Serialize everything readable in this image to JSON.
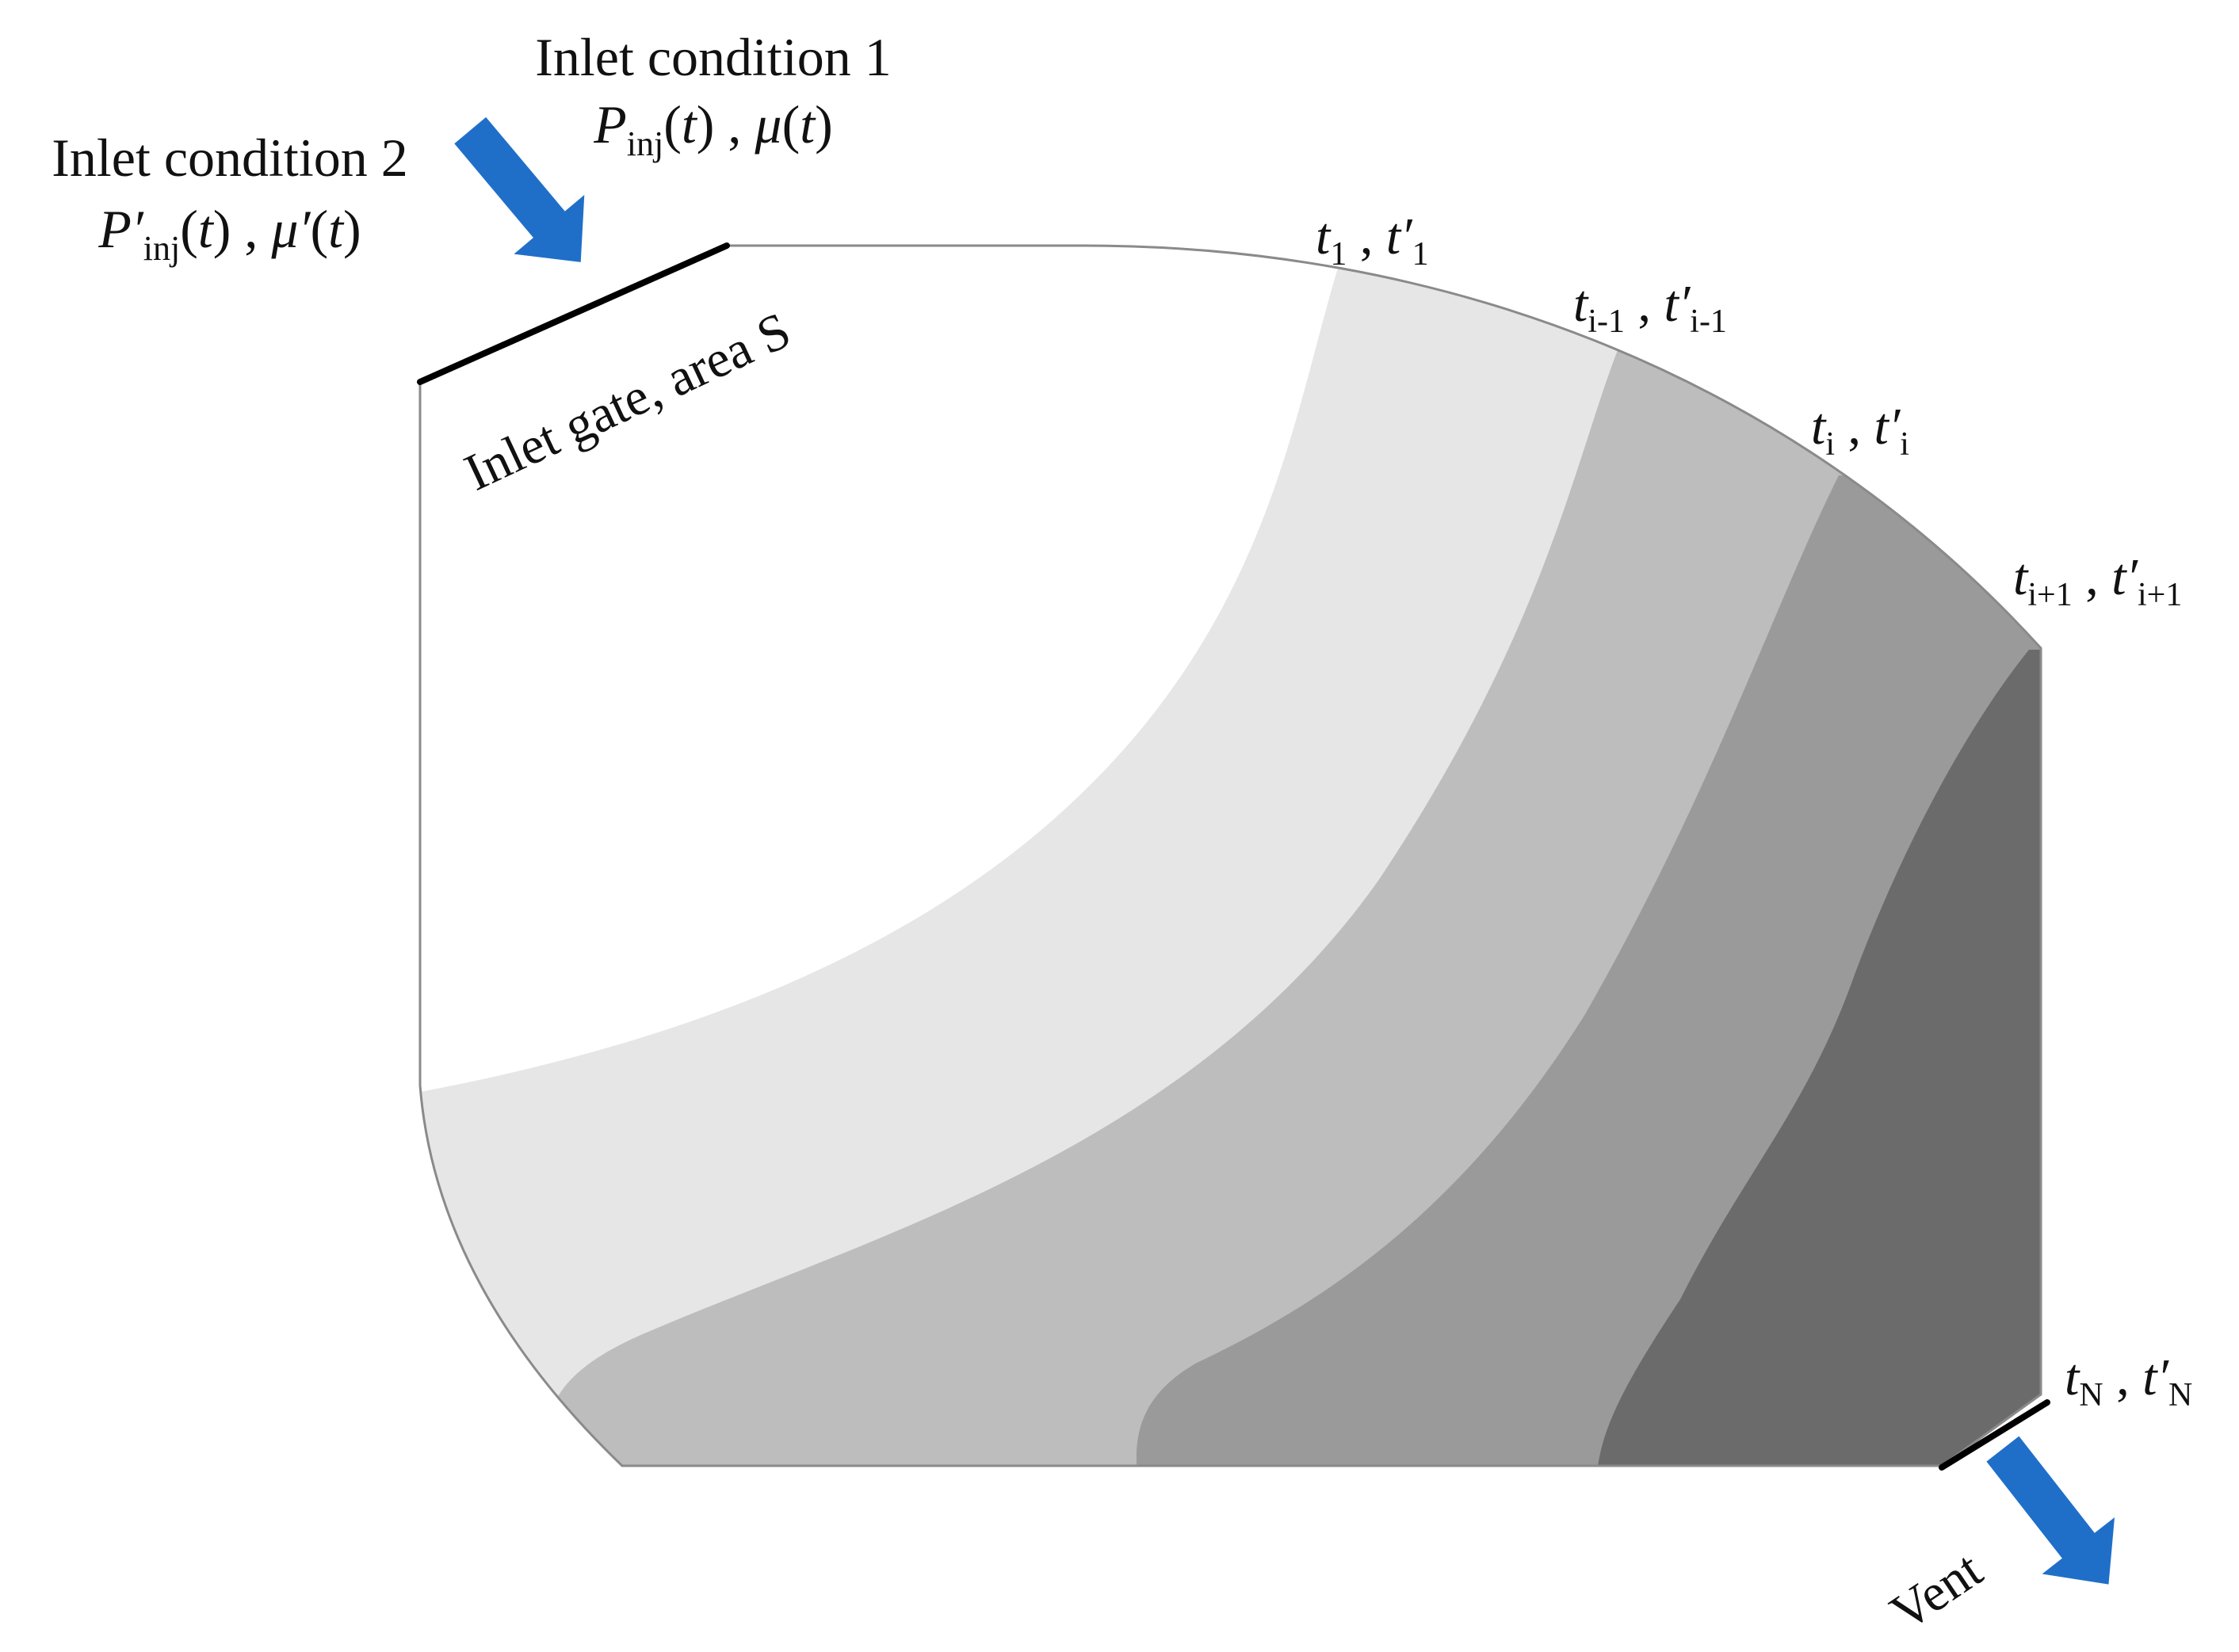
{
  "labels": {
    "inlet1_title": "Inlet condition 1",
    "inlet1_P": "P",
    "inlet1_P_sub": "inj",
    "inlet1_t1": "(",
    "inlet1_t1_var": "t",
    "inlet1_mid": ") , ",
    "inlet1_mu": "μ",
    "inlet1_t2": "(",
    "inlet1_t2_var": "t",
    "inlet1_end": ")",
    "inlet2_title": "Inlet condition 2",
    "inlet2_P": "P′",
    "inlet2_P_sub": "inj",
    "inlet2_t1": "(",
    "inlet2_t1_var": "t",
    "inlet2_mid": ") , ",
    "inlet2_mu": "μ′",
    "inlet2_t2": "(",
    "inlet2_t2_var": "t",
    "inlet2_end": ")",
    "gate": "Inlet gate, area S",
    "vent": "Vent",
    "t_var": "t",
    "tp_var": "t′",
    "sep": " , ",
    "sub_1": "1",
    "sub_im1": "i-1",
    "sub_i": "i",
    "sub_ip1": "i+1",
    "sub_N": "N"
  },
  "colors": {
    "arrow": "#1f6fc9",
    "zone_1": "#e6e6e6",
    "zone_2": "#bdbdbd",
    "zone_3": "#9a9a9a",
    "zone_4": "#6b6b6b",
    "outline": "#8a8a8a",
    "gate_line": "#000000"
  }
}
